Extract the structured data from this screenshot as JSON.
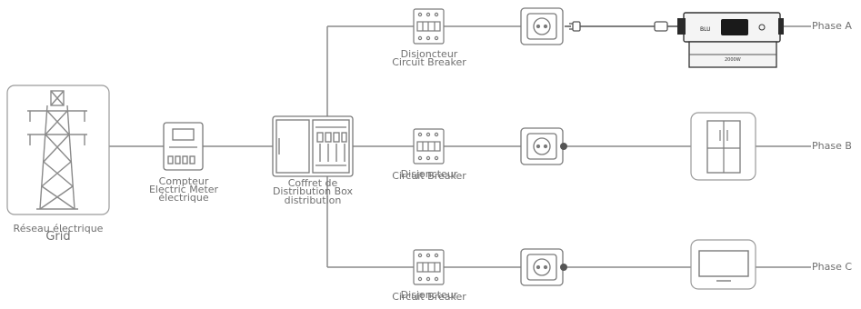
{
  "grid": {
    "label_fr": "Réseau électrique",
    "label_en": "Grid"
  },
  "meter": {
    "label_fr_1": "Compteur",
    "label_fr_2": "électrique",
    "label_en": "Electric Meter"
  },
  "box": {
    "label_fr_1": "Coffret de",
    "label_fr_2": "distribution",
    "label_en": "Distribution Box"
  },
  "branches": [
    {
      "breaker_fr": "Disjoncteur",
      "breaker_en": "Circuit Breaker",
      "phase": "Phase A",
      "device": "portable-power-station"
    },
    {
      "breaker_fr": "Disjoncteur",
      "breaker_en": "Circuit Breaker",
      "phase": "Phase B",
      "device": "refrigerator"
    },
    {
      "breaker_fr": "Disjoncteur",
      "breaker_en": "Circuit Breaker",
      "phase": "Phase C",
      "device": "television"
    }
  ],
  "station": {
    "brand_text": "BLU",
    "panel_text": "2000W"
  },
  "colors": {
    "line": "#8a8a8a",
    "stroke": "#7a7a7a",
    "text": "#707070"
  }
}
